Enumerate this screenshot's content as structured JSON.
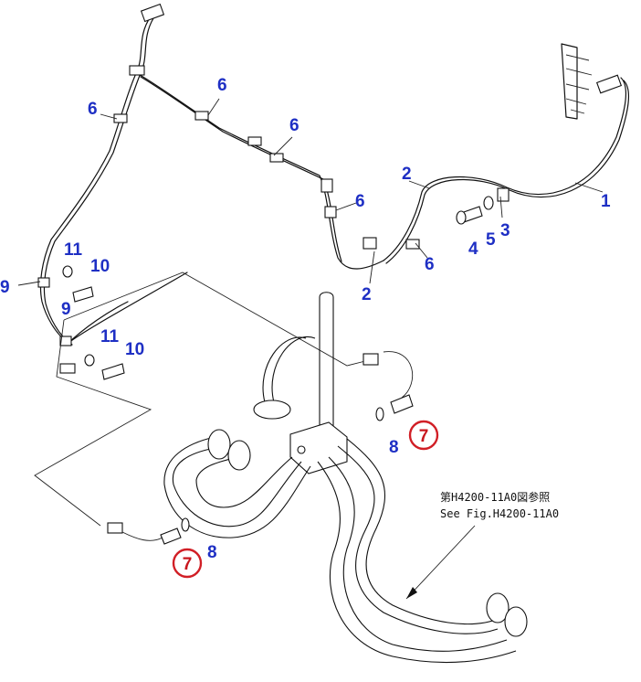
{
  "callouts": {
    "c1": "1",
    "c2a": "2",
    "c2b": "2",
    "c3": "3",
    "c4": "4",
    "c5": "5",
    "c6a": "6",
    "c6b": "6",
    "c6c": "6",
    "c6d": "6",
    "c6e": "6",
    "c7a": "7",
    "c7b": "7",
    "c8a": "8",
    "c8b": "8",
    "c9a": "9",
    "c9b": "9",
    "c10a": "10",
    "c10b": "10",
    "c11a": "11",
    "c11b": "11"
  },
  "reference": {
    "line1": "第H4200-11A0図参照",
    "line2": "See Fig.H4200-11A0"
  },
  "colors": {
    "callout": "#1e2fc4",
    "highlight": "#c8161d",
    "line": "#111111"
  }
}
